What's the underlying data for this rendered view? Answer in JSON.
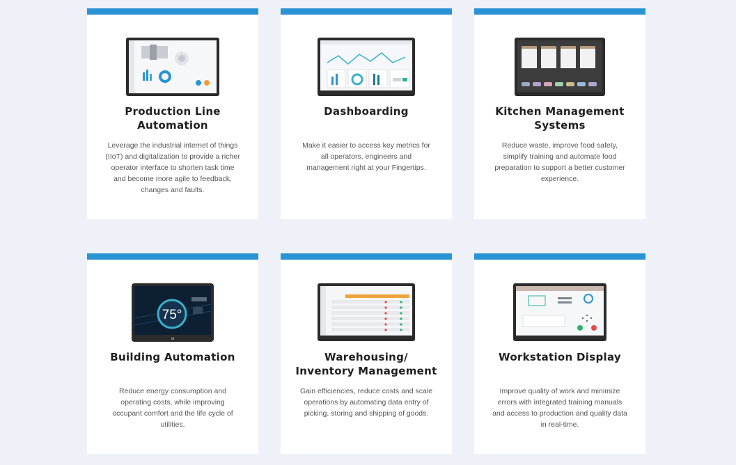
{
  "cards": [
    {
      "title_line1": "Production Line",
      "title_line2": "Automation",
      "description": "Leverage the industrial internet of things (IIoT) and digitalization to provide a richer operator interface to shorten task time and become more agile to feedback, changes and faults.",
      "accent": "#2a93d5"
    },
    {
      "title_line1": "Dashboarding",
      "title_line2": "",
      "description": "Make it easier to access key metrics for all operators, engineers and management right at your Fingertips.",
      "accent": "#2a93d5"
    },
    {
      "title_line1": "Kitchen Management",
      "title_line2": "Systems",
      "description": "Reduce waste, improve food safety, simplify training and automate food preparation to support a better customer experience.",
      "accent": "#2a93d5"
    },
    {
      "title_line1": "Building Automation",
      "title_line2": "",
      "description": "Reduce energy consumption and operating costs, while improving occupant comfort and the life cycle of utilities.",
      "accent": "#2a93d5",
      "screen_value": "75°"
    },
    {
      "title_line1": "Warehousing/",
      "title_line2": "Inventory Management",
      "description": "Gain efficiencies, reduce costs and scale operations by automating data entry of picking, storing and shipping of goods.",
      "accent": "#2a93d5"
    },
    {
      "title_line1": "Workstation Display",
      "title_line2": "",
      "description": "Improve quality of work and minimize errors with integrated training manuals and access to production and quality data in real-time.",
      "accent": "#2a93d5"
    }
  ]
}
